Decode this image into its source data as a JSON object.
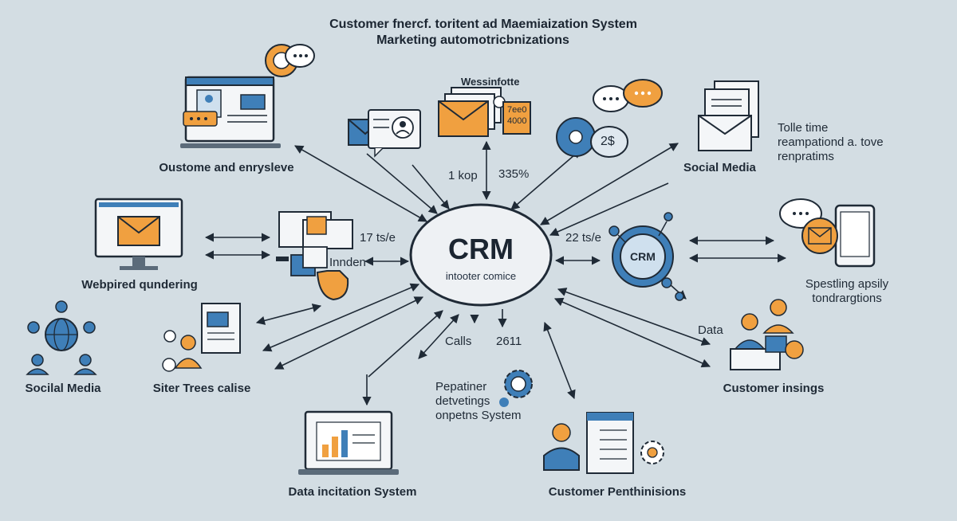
{
  "title": {
    "line1": "Customer fnercf. toritent ad Maemiaization System",
    "line2": "Marketing automotricbnizations"
  },
  "hub": {
    "name": "CRM",
    "subtitle": "intooter comice"
  },
  "center_labels": {
    "top_left": "1 kop",
    "top_right": "335%",
    "left": "17 ts/e",
    "right": "22 ts/e",
    "bottom_left": "Calls",
    "bottom_right": "2611",
    "inner_left": "Innden",
    "data": "Data"
  },
  "nodes": {
    "top_left": "Oustome and enrysleve",
    "top_center_caption": "Wessinfotte",
    "top_center_tag1": "7ee0",
    "top_center_tag2": "4000",
    "chat_currency": "2$",
    "top_right": "Social Media",
    "right_note": [
      "Tolle time",
      "reampationd a. tove",
      "renpratims"
    ],
    "mid_left": "Webpired qundering",
    "right_crm_badge": "CRM",
    "right_lower": [
      "Spestling apsily",
      "tondrargtions"
    ],
    "far_left": "Socilal Media",
    "left_lower": "Siter Trees calise",
    "bottom_center": [
      "Pepatiner",
      "detvetings",
      "onpetns System"
    ],
    "bottom_right": "Customer insings",
    "bottom_left": "Data incitation System",
    "bottom_mid_right": "Customer Penthinisions"
  },
  "colors": {
    "background": "#d3dde3",
    "accent_orange": "#f0a040",
    "accent_blue": "#3f7fb8",
    "line": "#1f2a36"
  }
}
